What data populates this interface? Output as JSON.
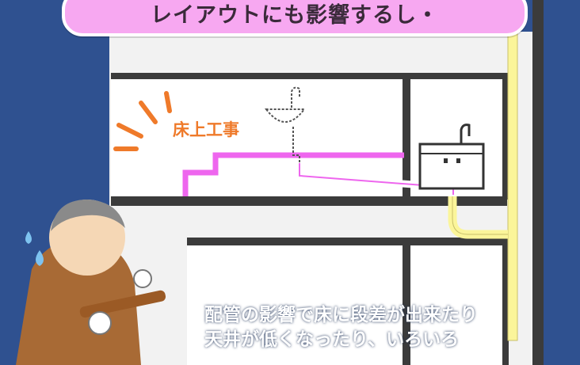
{
  "banner": {
    "text": "レイアウトにも影響するし・"
  },
  "diagram": {
    "work_label": "床上工事"
  },
  "caption": {
    "line1": "配管の影響で床に段差が出来たり",
    "line2": "天井が低くなったり、いろいろ"
  },
  "colors": {
    "background": "#2f5190",
    "banner_fill": "#f7a8f1",
    "pipe_pink": "#ee66ee",
    "pipe_yellow": "#fbf59a",
    "wall": "#3b3b3b",
    "accent_orange": "#ef7a2a"
  }
}
